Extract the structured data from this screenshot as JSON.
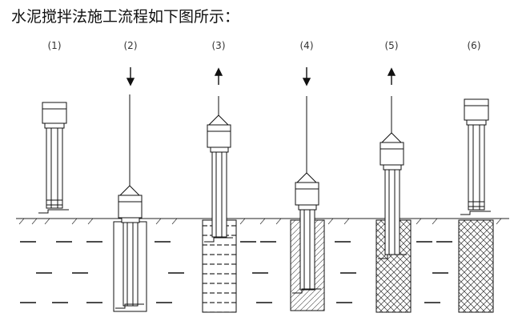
{
  "title": "水泥搅拌法施工流程如下图所示：",
  "steps": [
    {
      "label": "(1)",
      "arrow": "none"
    },
    {
      "label": "(2)",
      "arrow": "down"
    },
    {
      "label": "(3)",
      "arrow": "up"
    },
    {
      "label": "(4)",
      "arrow": "down"
    },
    {
      "label": "(5)",
      "arrow": "up"
    },
    {
      "label": "(6)",
      "arrow": "none"
    }
  ],
  "colors": {
    "ink": "#111111",
    "label": "#333333"
  }
}
